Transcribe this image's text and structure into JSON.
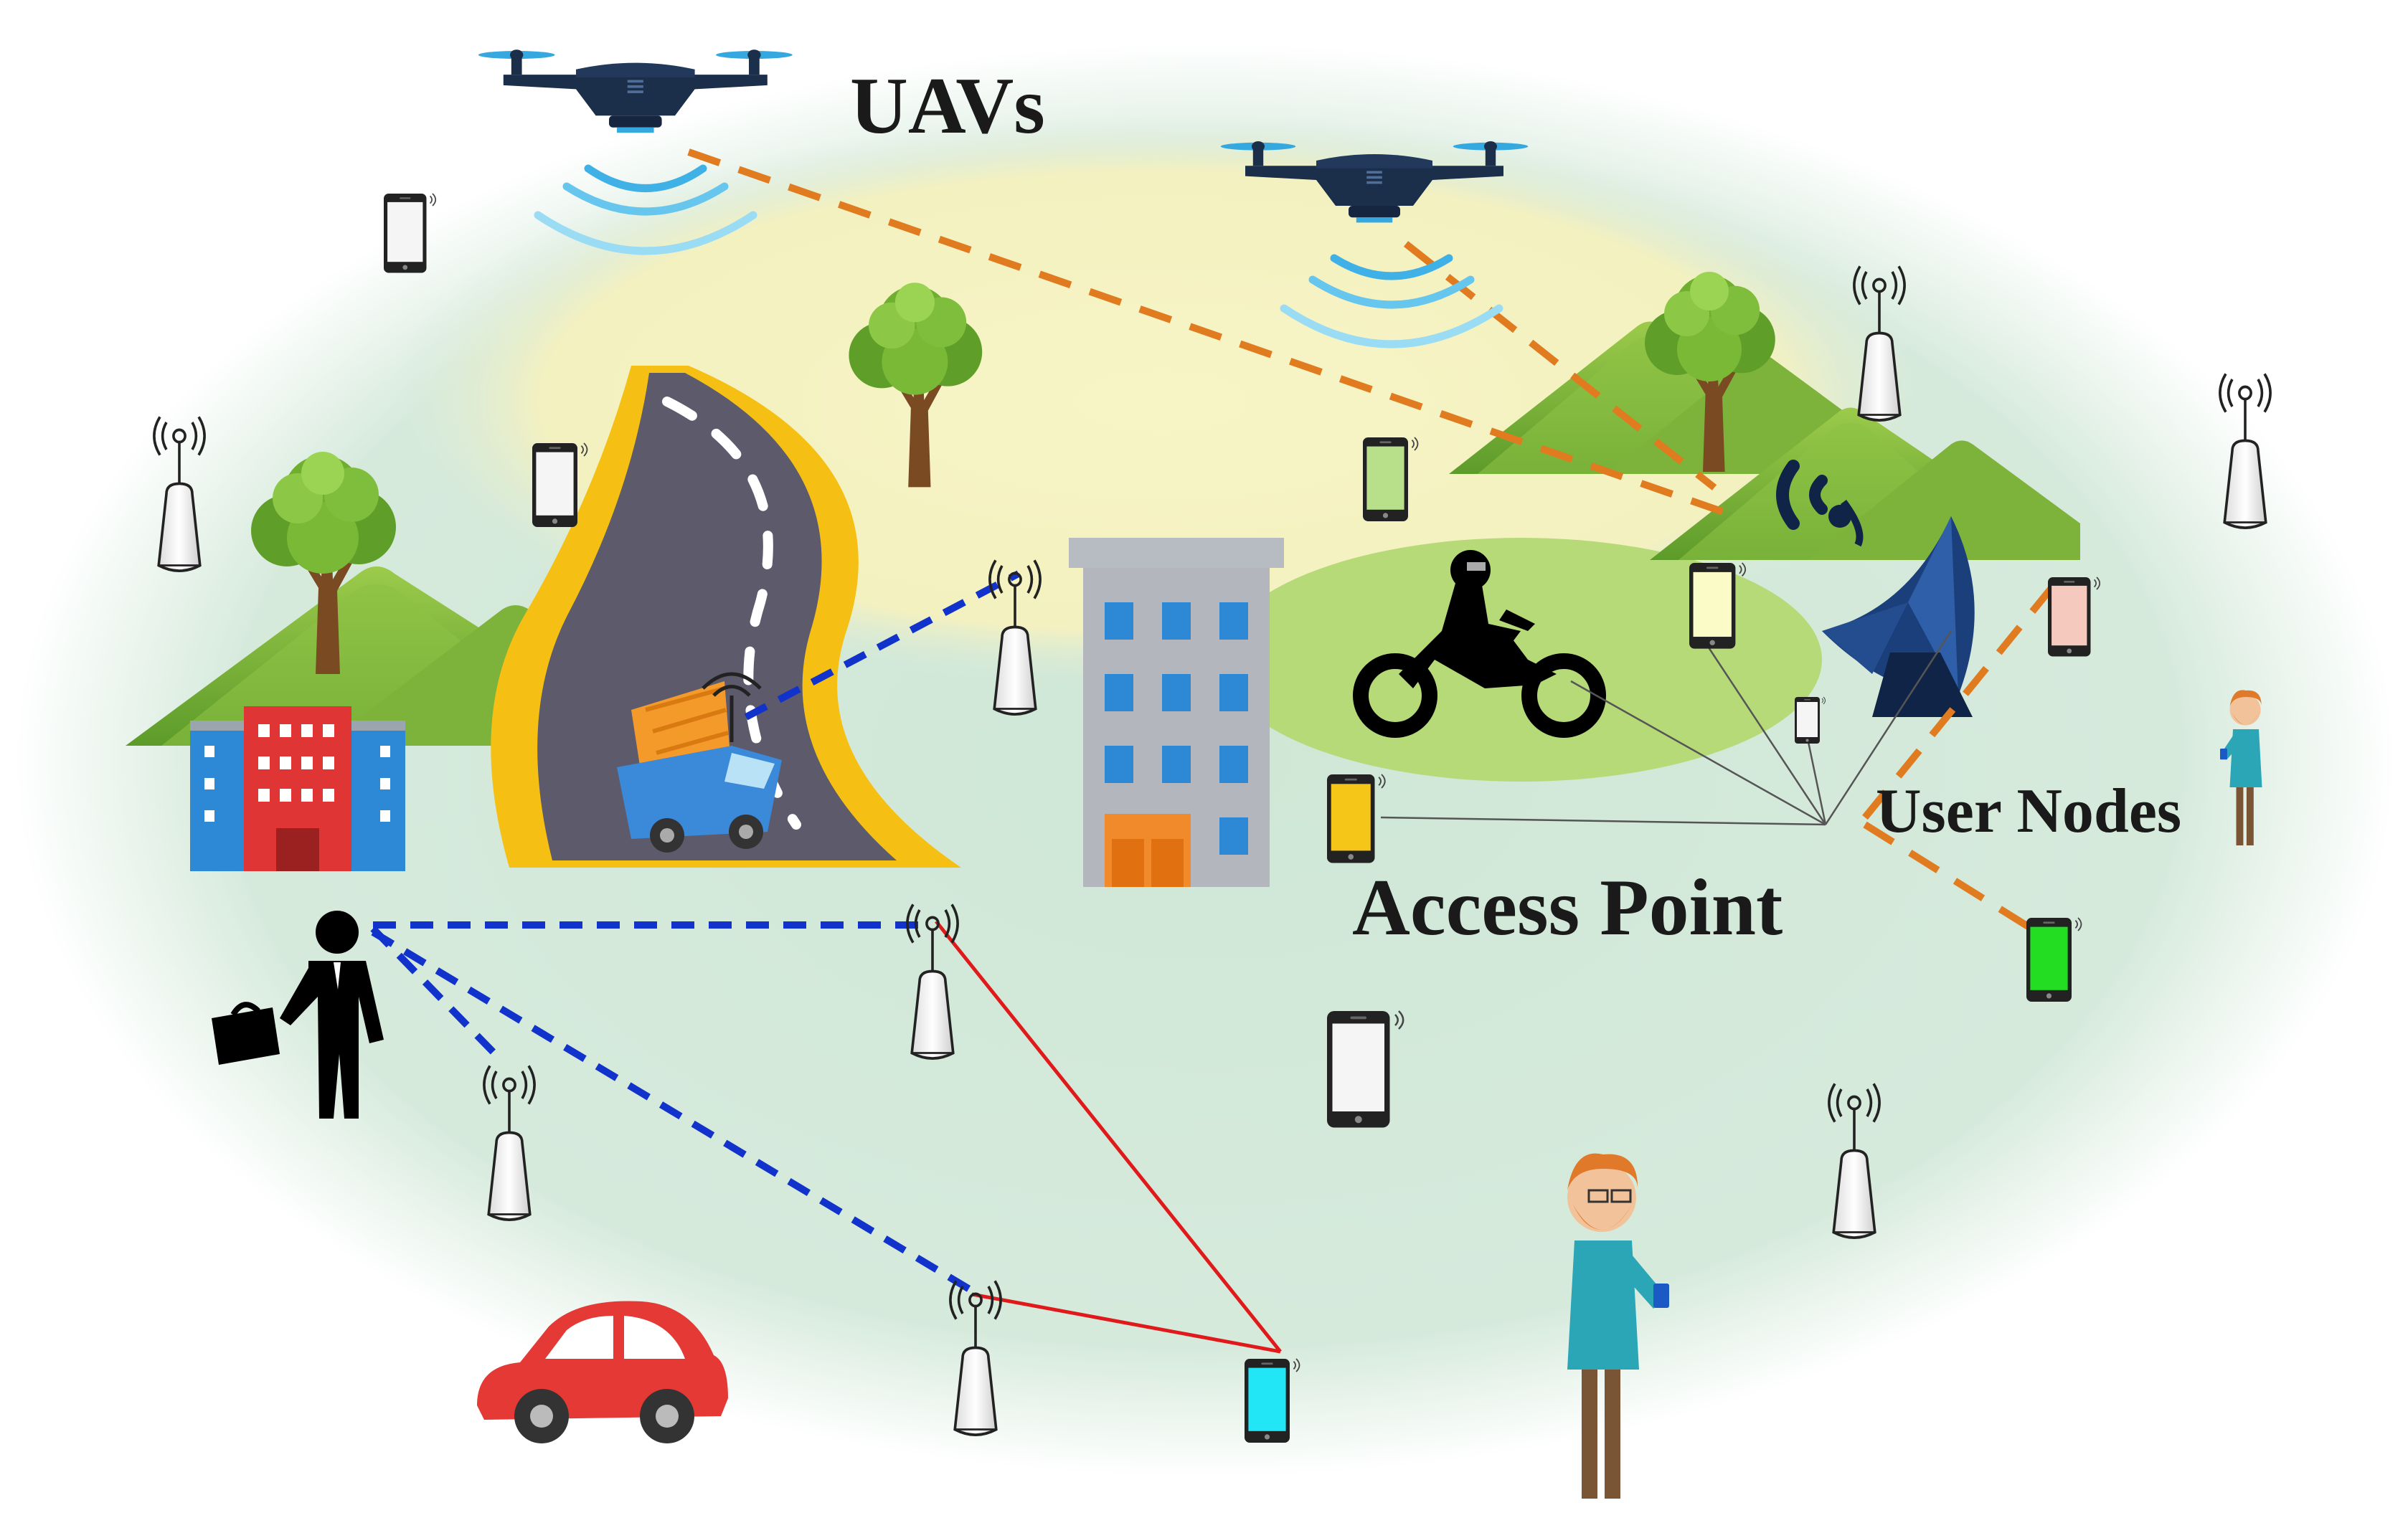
{
  "labels": {
    "uavs": "UAVs",
    "user_nodes": "User Nodes",
    "access_point": "Access Point"
  },
  "icons": [
    "drone-icon",
    "antenna-tower-icon",
    "smartphone-icon",
    "tree-icon",
    "mountain-icon",
    "road-icon",
    "truck-icon",
    "building-icon",
    "motorbike-icon",
    "satellite-dish-icon",
    "businessman-icon",
    "person-with-phone-icon",
    "car-icon"
  ],
  "colors": {
    "uav_link": "#e07b20",
    "ground_link": "#1133cc",
    "mesh_link": "#e01a1a",
    "access_link": "#555555",
    "ground": "#cfe7d4",
    "sky_glow": "#f6f3c2",
    "phone_yellow": "#f5c518",
    "phone_green": "#22dd22",
    "phone_cyan": "#22e5f5",
    "phone_pale_yellow": "#fbfbc8",
    "phone_pink": "#f5c9bd",
    "phone_lime": "#b8e08a"
  }
}
